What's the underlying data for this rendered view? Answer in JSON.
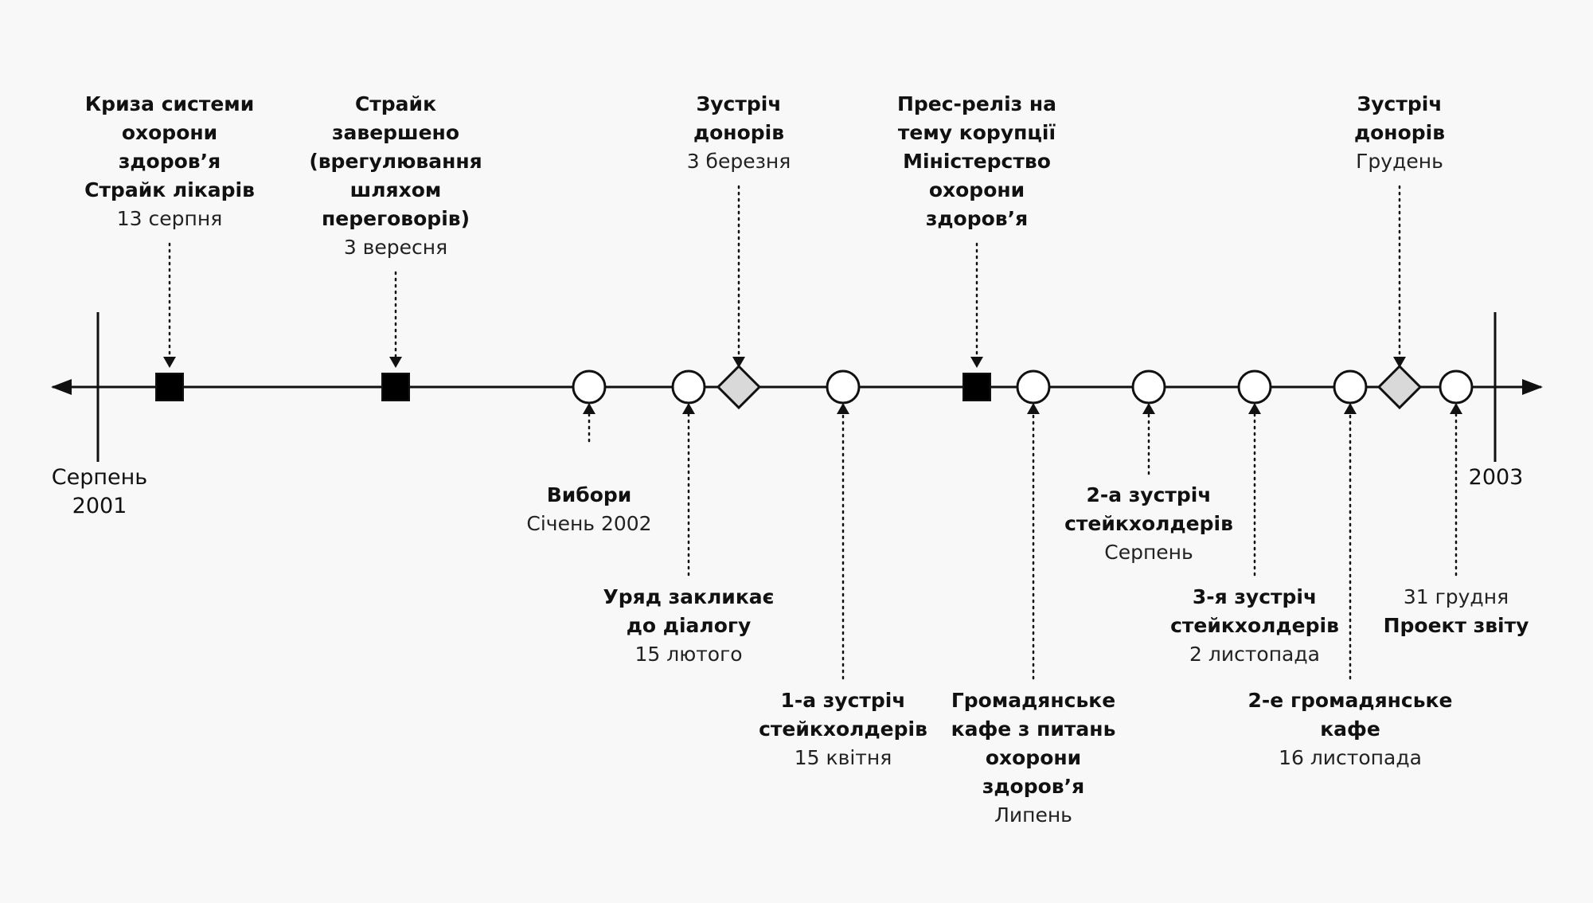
{
  "colors": {
    "background": "#f8f8f8",
    "line": "#111111",
    "square_fill": "#000000",
    "circle_fill": "#ffffff",
    "diamond_fill": "#d9d9d9"
  },
  "start": {
    "label_1": "Серпень",
    "label_2": "2001"
  },
  "end": {
    "label": "2003"
  },
  "events": [
    {
      "id": "e1",
      "shape": "square",
      "title_lines": [
        "Криза системи",
        "охорони",
        "здоров’я",
        "Страйк лікарів"
      ],
      "date": "13 серпня"
    },
    {
      "id": "e2",
      "shape": "square",
      "title_lines": [
        "Страйк",
        "завершено",
        "(врегулювання",
        "шляхом",
        "переговорів)"
      ],
      "date": "3 вересня"
    },
    {
      "id": "e3",
      "shape": "circle",
      "title_lines": [
        "Вибори"
      ],
      "date": "Січень 2002"
    },
    {
      "id": "e4",
      "shape": "circle",
      "title_lines": [
        "Уряд закликає",
        "до діалогу"
      ],
      "date": "15 лютого"
    },
    {
      "id": "e5",
      "shape": "diamond",
      "title_lines": [
        "Зустріч",
        "донорів"
      ],
      "date": "3 березня"
    },
    {
      "id": "e6",
      "shape": "circle",
      "title_lines": [
        "1-а зустріч",
        "стейкхолдерів"
      ],
      "date": "15 квітня"
    },
    {
      "id": "e7",
      "shape": "square",
      "title_lines": [
        "Прес-реліз на",
        "тему корупції",
        "Міністерство",
        "охорони",
        "здоров’я"
      ],
      "date": ""
    },
    {
      "id": "e8",
      "shape": "circle",
      "title_lines": [
        "Громадянське",
        "кафе з питань",
        "охорони",
        "здоров’я"
      ],
      "date": "Липень"
    },
    {
      "id": "e9",
      "shape": "circle",
      "title_lines": [
        "2-а зустріч",
        "стейкхолдерів"
      ],
      "date": "Серпень"
    },
    {
      "id": "e10",
      "shape": "circle",
      "title_lines": [
        "3-я зустріч",
        "стейкхолдерів"
      ],
      "date": "2 листопада"
    },
    {
      "id": "e11",
      "shape": "circle",
      "title_lines": [
        "2-е громадянське",
        "кафе"
      ],
      "date": "16 листопада"
    },
    {
      "id": "e12",
      "shape": "diamond",
      "title_lines": [
        "Зустріч",
        "донорів"
      ],
      "date": "Грудень"
    },
    {
      "id": "e13",
      "shape": "circle",
      "title_lines": [
        "Проект звіту"
      ],
      "date": "31 грудня"
    }
  ]
}
